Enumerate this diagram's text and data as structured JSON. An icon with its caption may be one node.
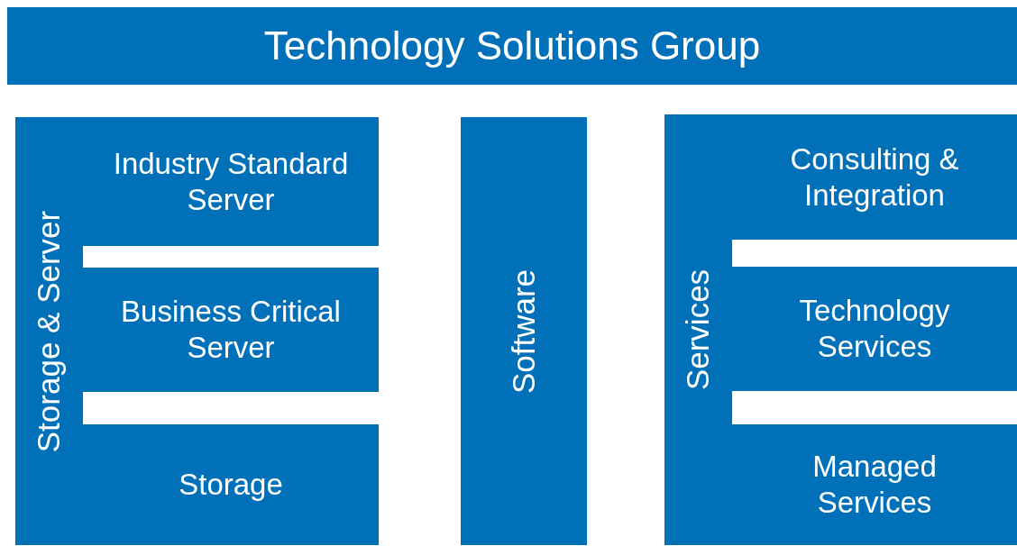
{
  "diagram": {
    "nodes": [
      {
        "text": [
          "Technology Solutions Group"
        ]
      },
      {
        "text": [
          "Storage & Server"
        ]
      },
      {
        "text": [
          "Industry Standard Server"
        ]
      },
      {
        "text": [
          "Business Critical Server"
        ]
      },
      {
        "text": [
          "Storage"
        ]
      },
      {
        "text": [
          "Software"
        ]
      },
      {
        "text": [
          "Services"
        ]
      },
      {
        "text": [
          "Consulting & Integration"
        ]
      },
      {
        "text": [
          "Technology Services"
        ]
      },
      {
        "text": [
          "Managed Services"
        ]
      }
    ]
  }
}
